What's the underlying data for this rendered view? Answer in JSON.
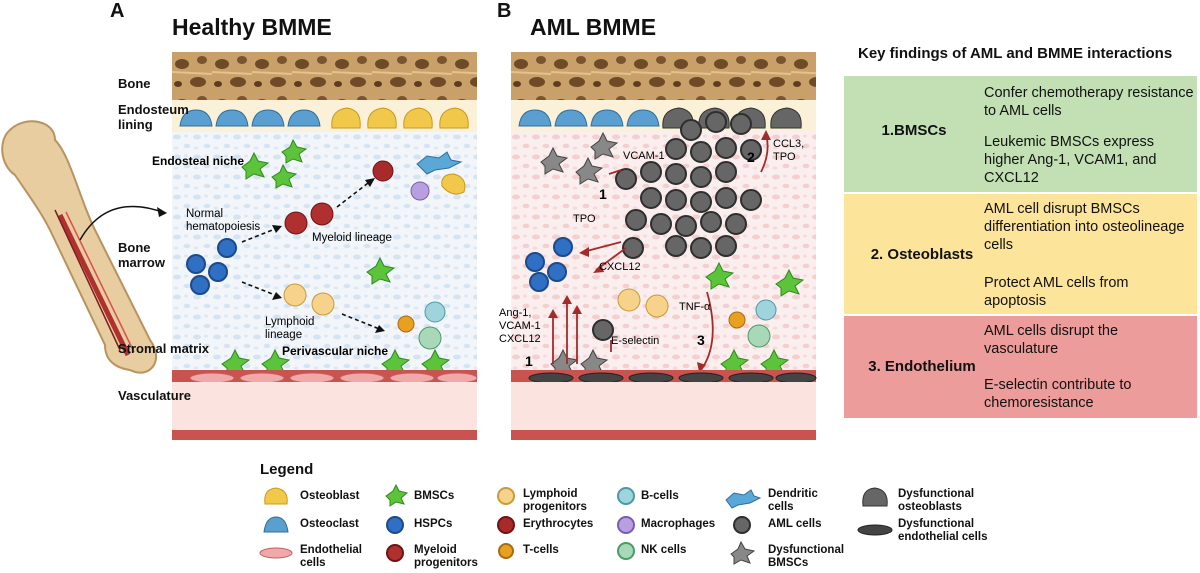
{
  "panel_a": {
    "letter": "A",
    "title": "Healthy BMME",
    "labels": {
      "bone": "Bone",
      "endosteum": "Endosteum lining",
      "endosteal_niche": "Endosteal niche",
      "normal_hematopoiesis": "Normal hematopoiesis",
      "myeloid_lineage": "Myeloid lineage",
      "bone_marrow": "Bone marrow",
      "lymphoid_lineage": "Lymphoid lineage",
      "stromal_matrix": "Stromal matrix",
      "perivascular_niche": "Perivascular niche",
      "vasculature": "Vasculature"
    }
  },
  "panel_b": {
    "letter": "B",
    "title": "AML BMME",
    "labels": {
      "vcam1": "VCAM-1",
      "ccl3_tpo": "CCL3, TPO",
      "num2": "2",
      "num1_top": "1",
      "tpo": "TPO",
      "cxcl12": "CXCL12",
      "tnf": "TNF-α",
      "ang1": "Ang-1, VCAM-1 CXCL12",
      "eselectin": "E-selectin",
      "num3": "3",
      "num1_bottom": "1"
    }
  },
  "findings": {
    "title": "Key findings of AML and BMME interactions",
    "rows": [
      {
        "heading": "1.BMSCs",
        "texts": [
          "Confer chemotherapy resistance to AML cells",
          "Leukemic BMSCs express higher Ang-1, VCAM1, and CXCL12"
        ],
        "color": "#c3e0b4"
      },
      {
        "heading": "2. Osteoblasts",
        "texts": [
          "AML cell disrupt BMSCs differentiation into osteolineage cells",
          "Protect AML cells from apoptosis"
        ],
        "color": "#fde49b"
      },
      {
        "heading": "3. Endothelium",
        "texts": [
          "AML cells disrupt the vasculature",
          "E-selectin contribute to chemoresistance"
        ],
        "color": "#ec9c9a"
      }
    ]
  },
  "legend": {
    "title": "Legend",
    "items": {
      "osteoblast": "Osteoblast",
      "osteoclast": "Osteoclast",
      "endothelial": "Endothelial cells",
      "bmscs": "BMSCs",
      "hspcs": "HSPCs",
      "myeloid_prog": "Myeloid progenitors",
      "lymphoid_prog": "Lymphoid progenitors",
      "erythrocytes": "Erythrocytes",
      "tcells": "T-cells",
      "bcells": "B-cells",
      "macrophages": "Macrophages",
      "nkcells": "NK cells",
      "dendritic": "Dendritic cells",
      "amlcells": "AML cells",
      "dys_bmscs": "Dysfunctional BMSCs",
      "dys_osteoblasts": "Dysfunctional osteoblasts",
      "dys_endothelial": "Dysfunctional endothelial cells"
    }
  },
  "colors": {
    "bone": "#c9a06a",
    "endosteum": "#fbf0d8",
    "healthy_marrow": "#e3edf6",
    "aml_marrow": "#f6d8d8",
    "vessel": "#c9534e",
    "bmsc": "#5cc43a",
    "hspc": "#2f6fc4",
    "aml": "#555555"
  }
}
